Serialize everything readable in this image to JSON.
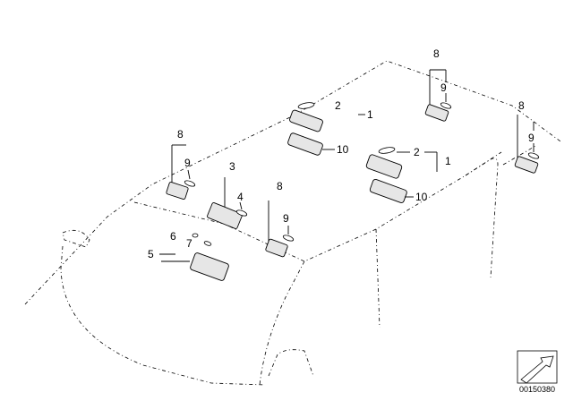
{
  "diagram": {
    "callouts": {
      "c1a": "1",
      "c1b": "1",
      "c2a": "2",
      "c2b": "2",
      "c3": "3",
      "c4": "4",
      "c5": "5",
      "c6": "6",
      "c7": "7",
      "c8a": "8",
      "c8b": "8",
      "c8c": "8",
      "c8d": "8",
      "c9a": "9",
      "c9b": "9",
      "c9c": "9",
      "c9d": "9",
      "c10a": "10",
      "c10b": "10"
    },
    "document_number": "00150380",
    "colors": {
      "line": "#000000",
      "part_fill": "#e6e6e6",
      "background": "#ffffff"
    }
  }
}
